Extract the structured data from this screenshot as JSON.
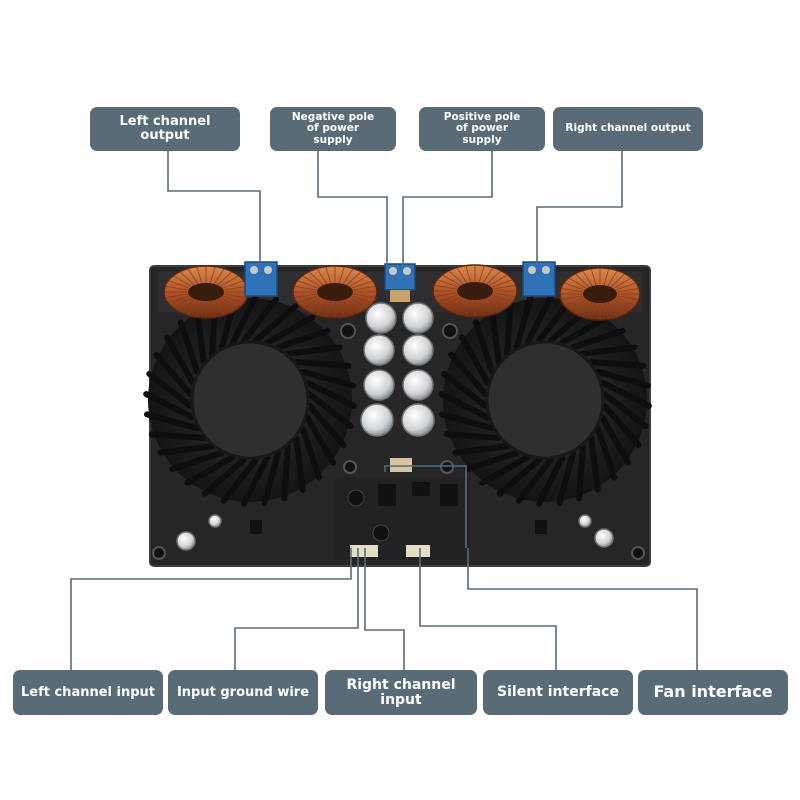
{
  "labels": {
    "left_output": "Left channel output",
    "negative_pole": "Negative pole of power supply",
    "positive_pole": "Positive pole of power supply",
    "right_output": "Right channel output",
    "left_input": "Left channel input",
    "ground": "Input ground wire",
    "right_input": "Right channel input",
    "silent": "Silent interface",
    "fan": "Fan interface"
  },
  "colors": {
    "label_bg": "#5a6b78",
    "board": "#2a2a2b",
    "heatsink": "#1b1b1c",
    "coil": "#b85a2a",
    "terminal": "#2d6fb3"
  }
}
